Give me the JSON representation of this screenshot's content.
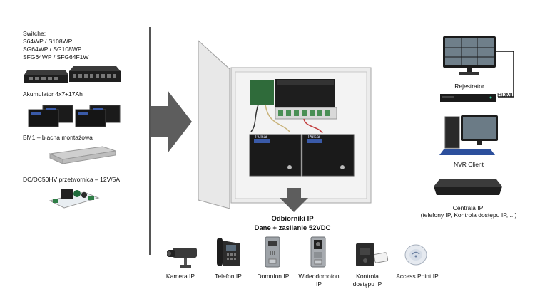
{
  "left": {
    "switches_lines": [
      "Switche:",
      "S64WP / S108WP",
      "SG64WP / SG108WP",
      "SFG64WP / SFG64F1W"
    ],
    "battery_label": "Akumulator 4x7+17Ah",
    "bm1_label": "BM1 – blacha montażowa",
    "dcdc_label": "DC/DC50HV przetwornica – 12V/5A"
  },
  "center": {
    "battery_brand": "Pulsar",
    "title": "Odbiorniki IP",
    "subtitle": "Dane + zasilanie 52VDC"
  },
  "right": {
    "recorder_label": "Rejestrator",
    "hdmi_label": "HDMI",
    "nvr_label": "NVR Client",
    "central_label": "Centrala IP",
    "central_sub": "(telefony IP, Kontrola dostępu IP, ...)"
  },
  "devices": [
    {
      "label": "Kamera IP"
    },
    {
      "label": "Telefon IP"
    },
    {
      "label": "Domofon IP"
    },
    {
      "label": "Wideodomofon IP"
    },
    {
      "label": "Kontrola dostępu IP"
    },
    {
      "label": "Access Point IP"
    }
  ],
  "colors": {
    "arrow": "#5d5d5d",
    "divider": "#555555",
    "cabinet": "#e9e9e9",
    "device_dark": "#222222"
  }
}
